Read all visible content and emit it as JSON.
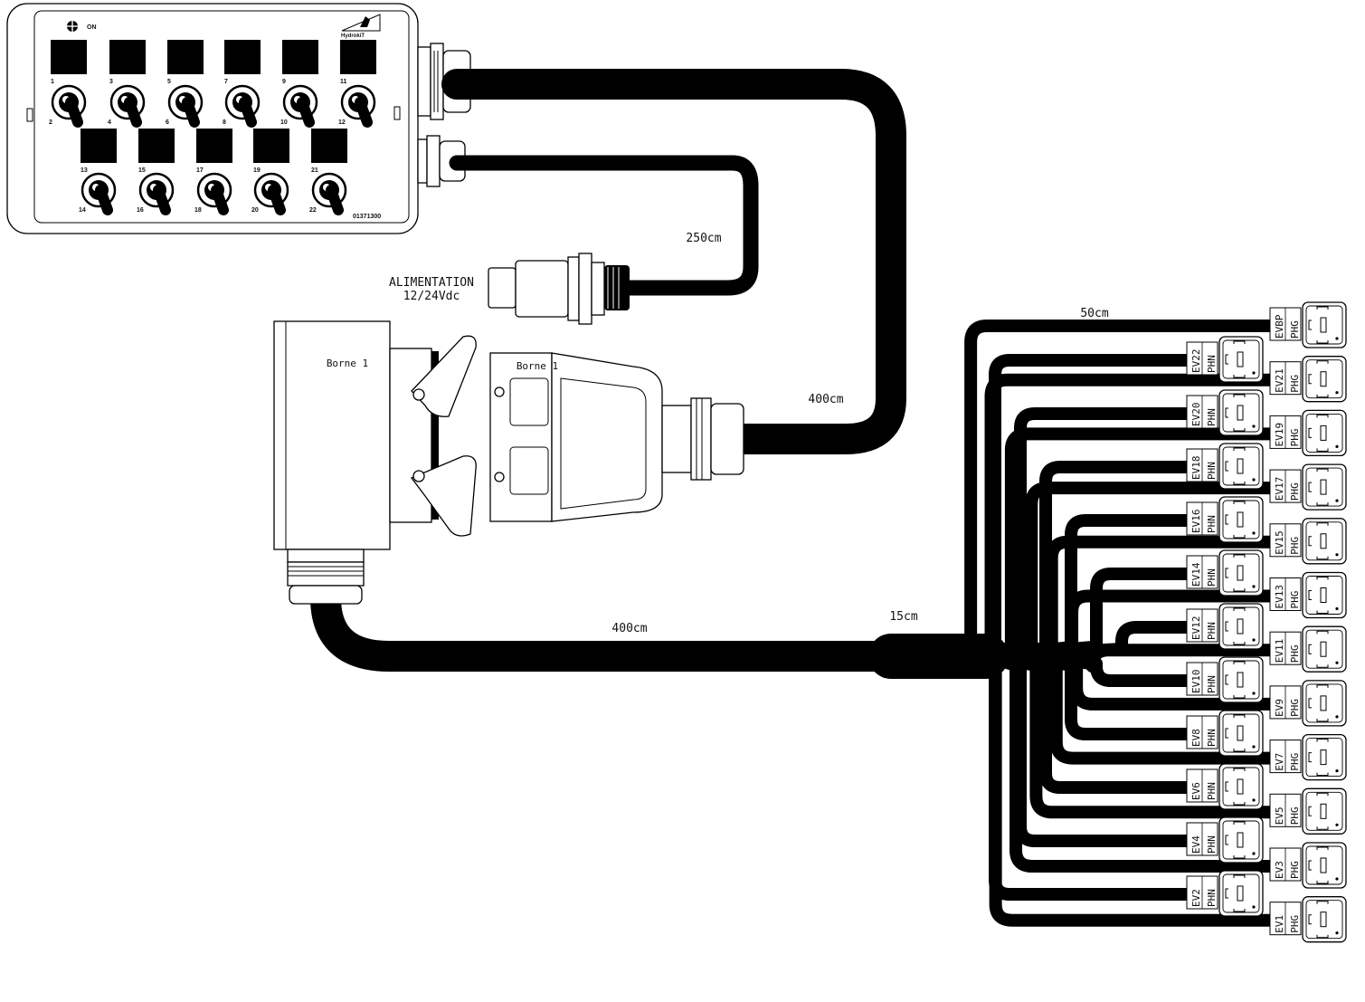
{
  "control_box": {
    "on_label": "ON",
    "brand": "HydrokiT",
    "part_number": "01371300",
    "top_row_numbers": [
      "1",
      "3",
      "5",
      "7",
      "9",
      "11"
    ],
    "top_switch_numbers": [
      "2",
      "4",
      "6",
      "8",
      "10",
      "12"
    ],
    "bottom_row_numbers": [
      "13",
      "15",
      "17",
      "19",
      "21"
    ],
    "bottom_switch_numbers": [
      "14",
      "16",
      "18",
      "20",
      "22"
    ]
  },
  "labels": {
    "power_line1": "ALIMENTATION",
    "power_line2": "12/24Vdc",
    "cable_power_length": "250cm",
    "cable_box_length": "400cm",
    "cable_main_length": "400cm",
    "split_length": "15cm",
    "branch_length": "50cm",
    "borne_left": "Borne 1",
    "borne_right": "Borne 1"
  },
  "connectors_left": [
    {
      "ev": "EV22",
      "type": "PHN"
    },
    {
      "ev": "EV20",
      "type": "PHN"
    },
    {
      "ev": "EV18",
      "type": "PHN"
    },
    {
      "ev": "EV16",
      "type": "PHN"
    },
    {
      "ev": "EV14",
      "type": "PHN"
    },
    {
      "ev": "EV12",
      "type": "PHN"
    },
    {
      "ev": "EV10",
      "type": "PHN"
    },
    {
      "ev": "EV8",
      "type": "PHN"
    },
    {
      "ev": "EV6",
      "type": "PHN"
    },
    {
      "ev": "EV4",
      "type": "PHN"
    },
    {
      "ev": "EV2",
      "type": "PHN"
    }
  ],
  "connectors_right": [
    {
      "ev": "EVBP",
      "type": "PHG"
    },
    {
      "ev": "EV21",
      "type": "PHG"
    },
    {
      "ev": "EV19",
      "type": "PHG"
    },
    {
      "ev": "EV17",
      "type": "PHG"
    },
    {
      "ev": "EV15",
      "type": "PHG"
    },
    {
      "ev": "EV13",
      "type": "PHG"
    },
    {
      "ev": "EV11",
      "type": "PHG"
    },
    {
      "ev": "EV9",
      "type": "PHG"
    },
    {
      "ev": "EV7",
      "type": "PHG"
    },
    {
      "ev": "EV5",
      "type": "PHG"
    },
    {
      "ev": "EV3",
      "type": "PHG"
    },
    {
      "ev": "EV1",
      "type": "PHG"
    }
  ]
}
